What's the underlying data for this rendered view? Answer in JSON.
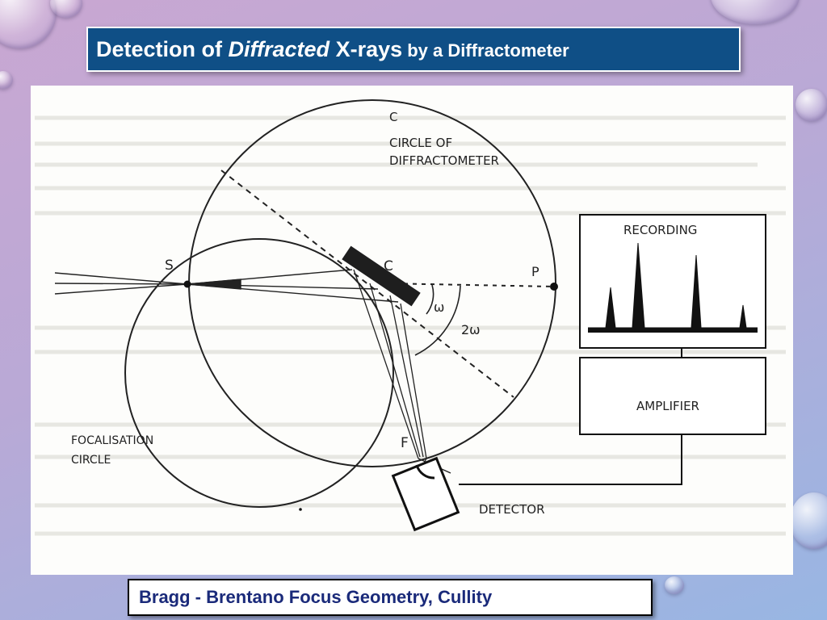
{
  "title": {
    "part1": "Detection of ",
    "part2_italic": "Diffracted",
    "part3": " X-rays",
    "part4_small": " by a Diffractometer"
  },
  "diagram": {
    "label_c": "C",
    "circle_line1": "CIRCLE OF",
    "circle_line2": "DIFFRACTOMETER",
    "label_s": "S",
    "label_center": "C",
    "label_p": "P",
    "label_omega": "ω",
    "label_2omega": "2ω",
    "label_f": "F",
    "focal_line1": "FOCALISATION",
    "focal_line2": "CIRCLE",
    "recording": "RECORDING",
    "amplifier": "AMPLIFIER",
    "detector": "DETECTOR"
  },
  "caption": "Bragg - Brentano Focus Geometry, Cullity",
  "colors": {
    "title_bg": "#0f4f86",
    "caption_text": "#1a2a7a"
  }
}
